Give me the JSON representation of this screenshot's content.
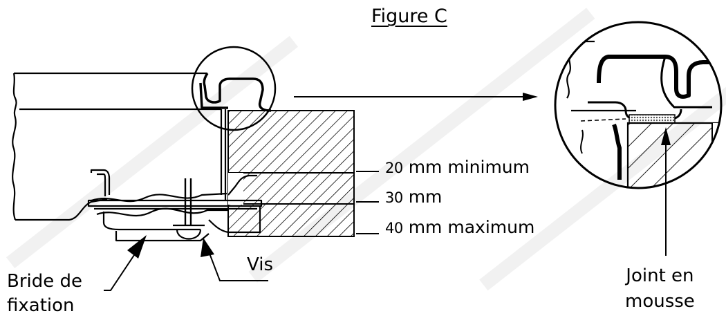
{
  "figure": {
    "title": "Figure C"
  },
  "dimensions": [
    {
      "value": "20",
      "unit": "mm",
      "qualifier": "minimum"
    },
    {
      "value": "30",
      "unit": "mm",
      "qualifier": ""
    },
    {
      "value": "40",
      "unit": "mm",
      "qualifier": "maximum"
    }
  ],
  "labels": {
    "bride_line1": "Bride de",
    "bride_line2": "fixation",
    "vis": "Vis",
    "joint_line1": "Joint en",
    "joint_line2": "mousse"
  },
  "colors": {
    "ink": "#000000",
    "background": "#ffffff",
    "watermark": "#e6e6e6",
    "foam": "#555555"
  }
}
